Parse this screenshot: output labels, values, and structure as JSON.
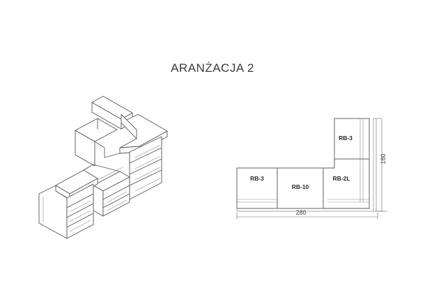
{
  "title": "ARANŻACJA 2",
  "plan": {
    "modules": [
      {
        "id": "rb3_left",
        "label": "RB-3"
      },
      {
        "id": "rb10",
        "label": "RB-10"
      },
      {
        "id": "rb2l",
        "label": "RB-2L"
      },
      {
        "id": "rb3_right",
        "label": "RB-3"
      }
    ],
    "dimensions": {
      "width": "280",
      "height": "180"
    }
  },
  "colors": {
    "line": "#555555",
    "light": "#8a8a8a",
    "face": "#ffffff"
  }
}
